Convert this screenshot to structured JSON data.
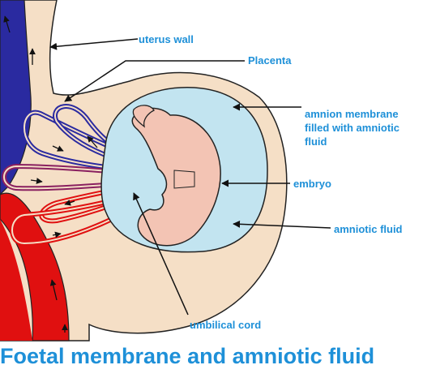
{
  "labels": {
    "uterus_wall": "uterus wall",
    "placenta": "Placenta",
    "amnion_membrane": "amnion membrane filled with amniotic fluid",
    "embryo": "embryo",
    "amniotic_fluid": "amniotic fluid",
    "umbilical_cord": "umbilical cord"
  },
  "caption": "Foetal membrane and amniotic fluid",
  "colors": {
    "label_text": "#1e90d8",
    "caption_text": "#1e90d8",
    "maternal_vein": "#2a2aa0",
    "maternal_artery": "#e01010",
    "outer_membrane": "#f5dfc6",
    "amniotic_fluid": "#c2e4f0",
    "embryo": "#f3c4b4",
    "outline": "#222222"
  }
}
